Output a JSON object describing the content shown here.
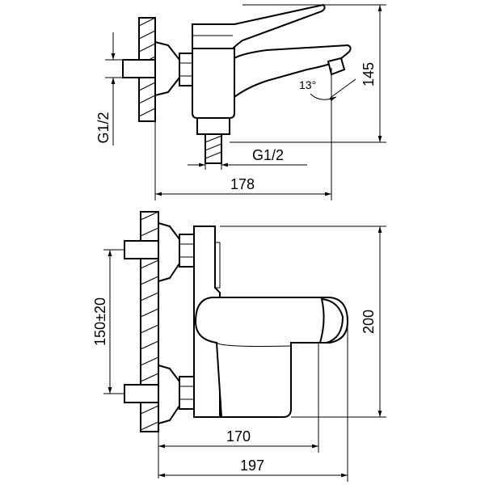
{
  "labels": {
    "top_height": "145",
    "top_thread_vertical": "G1/2",
    "top_thread_horizontal": "G1/2",
    "angle": "13°",
    "top_width": "178",
    "bottom_spacing": "150±20",
    "bottom_height": "200",
    "bottom_width_inner": "170",
    "bottom_width_total": "197"
  }
}
